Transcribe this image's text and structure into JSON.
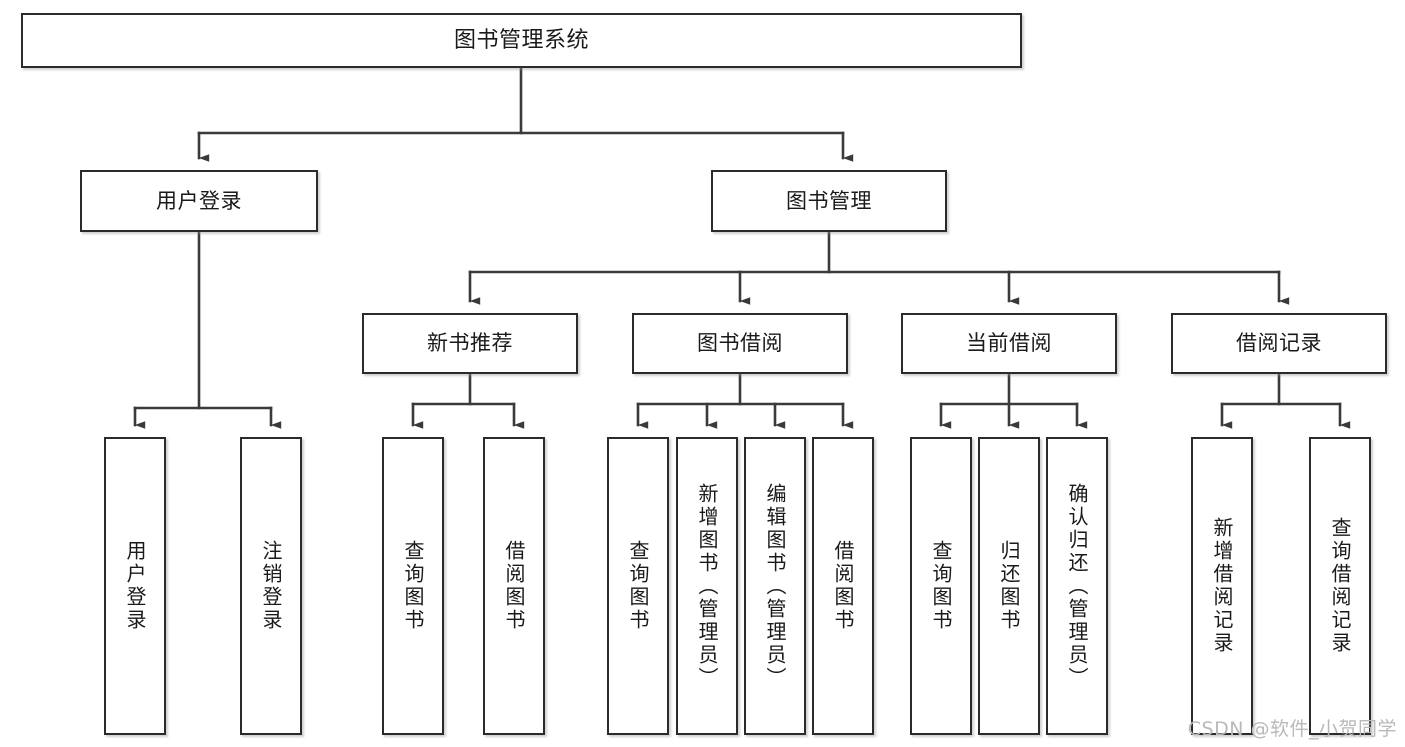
{
  "diagram": {
    "type": "tree-hierarchy-chart",
    "title": "图书管理系统",
    "watermark": "CSDN @软件_小贺同学",
    "colors": {
      "box_border": "#2b2b2b",
      "box_fill": "#ffffff",
      "connector": "#3a3a3a",
      "text": "#1a1a1a",
      "watermark": "#b9b9b9",
      "background": "#ffffff"
    },
    "levels": [
      {
        "level": 1,
        "labels": [
          "图书管理系统"
        ]
      },
      {
        "level": 2,
        "labels": [
          "用户登录",
          "图书管理"
        ]
      },
      {
        "level": 3,
        "labels": [
          "新书推荐",
          "图书借阅",
          "当前借阅",
          "借阅记录"
        ]
      },
      {
        "level": 4,
        "labels": [
          "用户登录",
          "注销登录",
          "查询图书",
          "借阅图书",
          "查询图书",
          "新增图书（管理员）",
          "编辑图书（管理员）",
          "借阅图书",
          "查询图书",
          "归还图书",
          "确认归还（管理员）",
          "新增借阅记录",
          "查询借阅记录"
        ]
      }
    ],
    "nodes": {
      "root": {
        "label": "图书管理系统"
      },
      "user_login": {
        "label": "用户登录"
      },
      "book_mgmt": {
        "label": "图书管理"
      },
      "new_book_rec": {
        "label": "新书推荐"
      },
      "book_borrow": {
        "label": "图书借阅"
      },
      "current_borrow": {
        "label": "当前借阅"
      },
      "borrow_record": {
        "label": "借阅记录"
      },
      "leaf_user_login": {
        "label": "用户登录"
      },
      "leaf_logout": {
        "label": "注销登录"
      },
      "leaf_query_book_1": {
        "label": "查询图书"
      },
      "leaf_borrow_book_1": {
        "label": "借阅图书"
      },
      "leaf_query_book_2": {
        "label": "查询图书"
      },
      "leaf_add_book": {
        "label": "新增图书（管理员）"
      },
      "leaf_edit_book": {
        "label": "编辑图书（管理员）"
      },
      "leaf_borrow_book_2": {
        "label": "借阅图书"
      },
      "leaf_query_book_3": {
        "label": "查询图书"
      },
      "leaf_return_book": {
        "label": "归还图书"
      },
      "leaf_confirm_return": {
        "label": "确认归还（管理员）"
      },
      "leaf_add_record": {
        "label": "新增借阅记录"
      },
      "leaf_query_record": {
        "label": "查询借阅记录"
      }
    },
    "edges": [
      {
        "from": "root",
        "to": "user_login"
      },
      {
        "from": "root",
        "to": "book_mgmt"
      },
      {
        "from": "user_login",
        "to": "leaf_user_login"
      },
      {
        "from": "user_login",
        "to": "leaf_logout"
      },
      {
        "from": "book_mgmt",
        "to": "new_book_rec"
      },
      {
        "from": "book_mgmt",
        "to": "book_borrow"
      },
      {
        "from": "book_mgmt",
        "to": "current_borrow"
      },
      {
        "from": "book_mgmt",
        "to": "borrow_record"
      },
      {
        "from": "new_book_rec",
        "to": "leaf_query_book_1"
      },
      {
        "from": "new_book_rec",
        "to": "leaf_borrow_book_1"
      },
      {
        "from": "book_borrow",
        "to": "leaf_query_book_2"
      },
      {
        "from": "book_borrow",
        "to": "leaf_add_book"
      },
      {
        "from": "book_borrow",
        "to": "leaf_edit_book"
      },
      {
        "from": "book_borrow",
        "to": "leaf_borrow_book_2"
      },
      {
        "from": "current_borrow",
        "to": "leaf_query_book_3"
      },
      {
        "from": "current_borrow",
        "to": "leaf_return_book"
      },
      {
        "from": "current_borrow",
        "to": "leaf_confirm_return"
      },
      {
        "from": "borrow_record",
        "to": "leaf_add_record"
      },
      {
        "from": "borrow_record",
        "to": "leaf_query_record"
      }
    ]
  }
}
